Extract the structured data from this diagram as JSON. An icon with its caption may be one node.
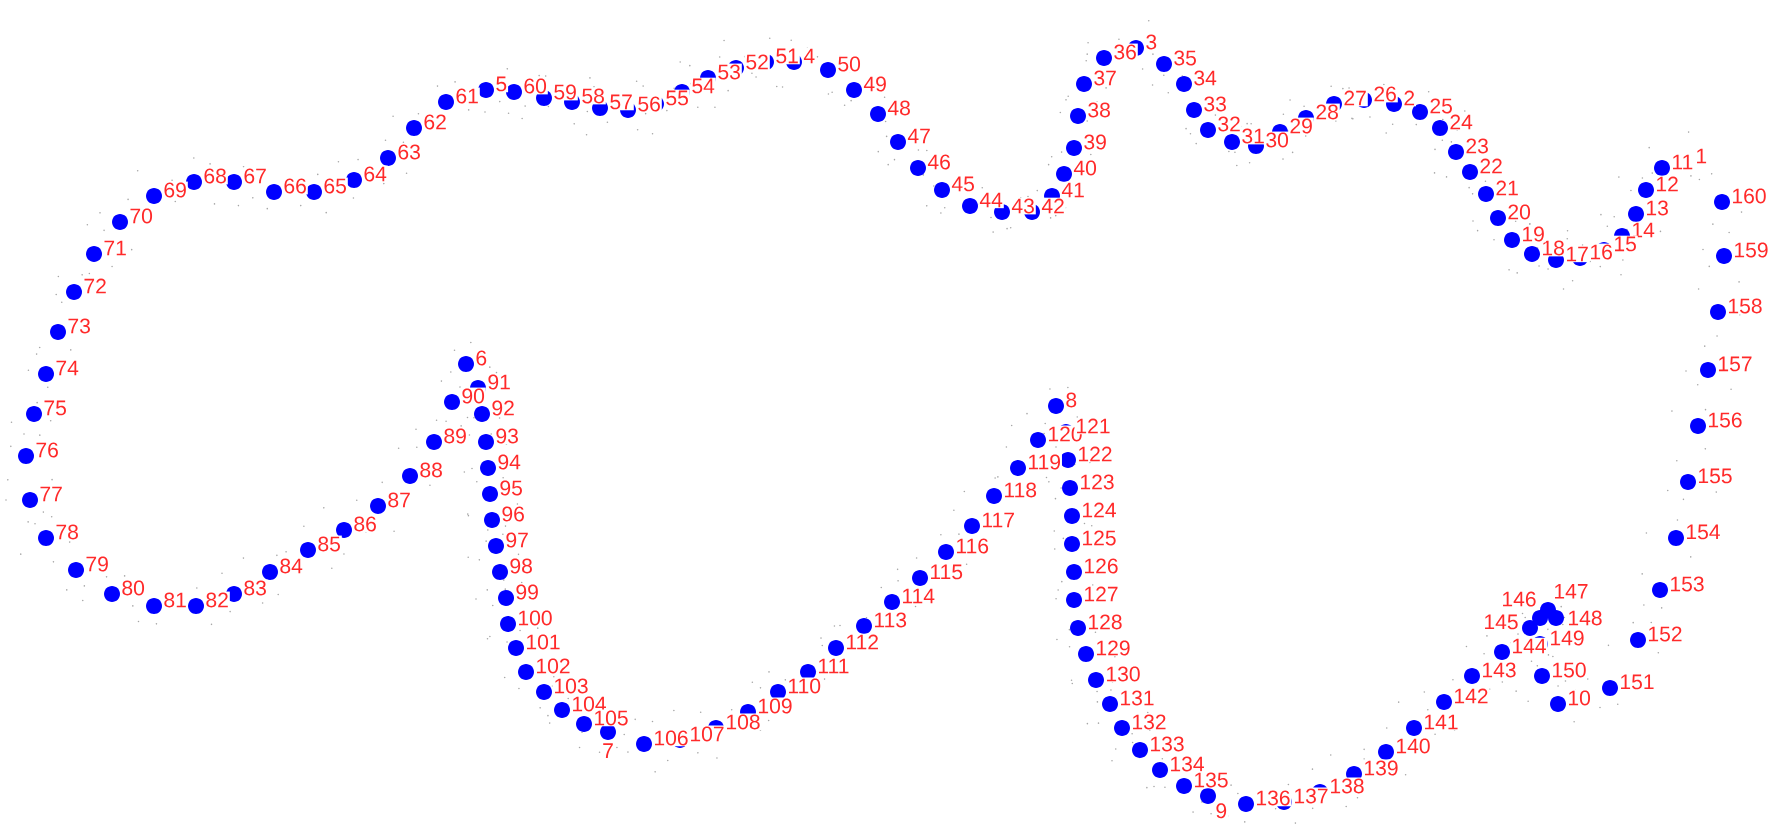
{
  "diagram": {
    "labels": [
      "1",
      "2",
      "3",
      "4",
      "5",
      "6",
      "7",
      "8",
      "9",
      "10",
      "11",
      "12",
      "13",
      "14",
      "15",
      "16",
      "17",
      "18",
      "19",
      "20",
      "21",
      "22",
      "23",
      "24",
      "25",
      "26",
      "27",
      "28",
      "29",
      "30",
      "31",
      "32",
      "33",
      "34",
      "35",
      "36",
      "37",
      "38",
      "39",
      "40",
      "41",
      "42",
      "43",
      "44",
      "45",
      "46",
      "47",
      "48",
      "49",
      "50",
      "51",
      "52",
      "53",
      "54",
      "55",
      "56",
      "57",
      "58",
      "59",
      "60",
      "61",
      "62",
      "63",
      "64",
      "65",
      "66",
      "67",
      "68",
      "69",
      "70",
      "71",
      "72",
      "73",
      "74",
      "75",
      "76",
      "77",
      "78",
      "79",
      "80",
      "81",
      "82",
      "83",
      "84",
      "85",
      "86",
      "87",
      "88",
      "89",
      "90",
      "91",
      "92",
      "93",
      "94",
      "95",
      "96",
      "97",
      "98",
      "99",
      "100",
      "101",
      "102",
      "103",
      "104",
      "105",
      "106",
      "107",
      "108",
      "109",
      "110",
      "111",
      "112",
      "113",
      "114",
      "115",
      "116",
      "117",
      "118",
      "119",
      "120",
      "121",
      "122",
      "123",
      "124",
      "125",
      "126",
      "127",
      "128",
      "129",
      "130",
      "131",
      "132",
      "133",
      "134",
      "135",
      "136",
      "137",
      "138",
      "139",
      "140",
      "141",
      "142",
      "143",
      "144",
      "145",
      "146",
      "147",
      "148",
      "149",
      "150",
      "151",
      "152",
      "153",
      "154",
      "155",
      "156",
      "157",
      "158",
      "159",
      "160"
    ]
  }
}
